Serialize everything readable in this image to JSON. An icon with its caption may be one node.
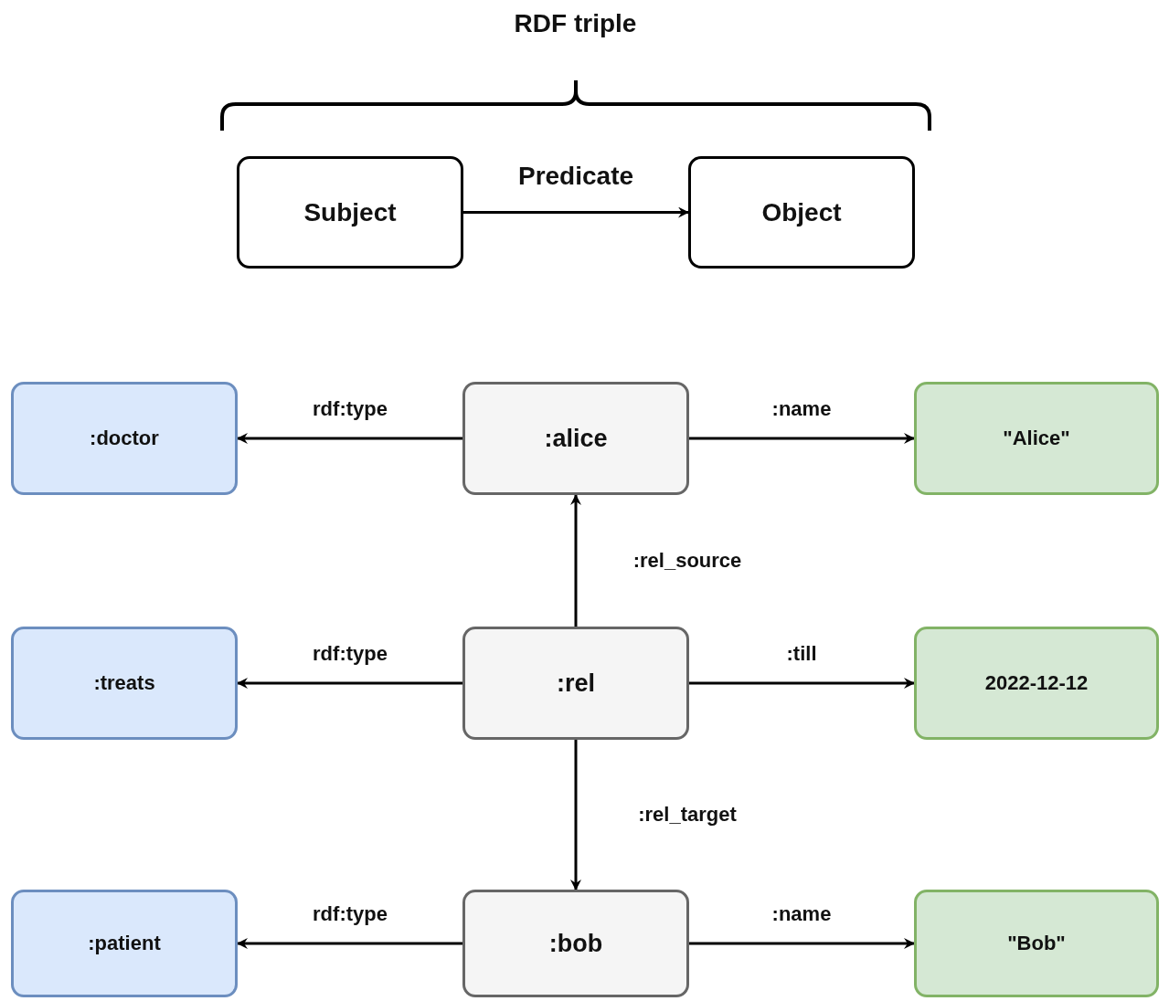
{
  "diagram": {
    "title": "RDF triple",
    "nodes": [
      {
        "text": [
          "Subject"
        ]
      },
      {
        "text": [
          "Object"
        ]
      },
      {
        "text": [
          ":doctor"
        ]
      },
      {
        "text": [
          ":alice"
        ]
      },
      {
        "text": [
          "\"Alice\""
        ]
      },
      {
        "text": [
          ":treats"
        ]
      },
      {
        "text": [
          ":rel"
        ]
      },
      {
        "text": [
          "2022-12-12"
        ]
      },
      {
        "text": [
          ":patient"
        ]
      },
      {
        "text": [
          ":bob"
        ]
      },
      {
        "text": [
          "\"Bob\""
        ]
      }
    ],
    "edges": [
      {
        "from": 0,
        "to": 1,
        "arrow": "to",
        "label": "Predicate"
      },
      {
        "from": 3,
        "to": 2,
        "arrow": "to",
        "label": "rdf:type"
      },
      {
        "from": 3,
        "to": 4,
        "arrow": "to",
        "label": ":name"
      },
      {
        "from": 6,
        "to": 3,
        "arrow": "to",
        "label": ":rel_source"
      },
      {
        "from": 6,
        "to": 5,
        "arrow": "to",
        "label": "rdf:type"
      },
      {
        "from": 6,
        "to": 7,
        "arrow": "to",
        "label": ":till"
      },
      {
        "from": 6,
        "to": 9,
        "arrow": "to",
        "label": ":rel_target"
      },
      {
        "from": 9,
        "to": 8,
        "arrow": "to",
        "label": "rdf:type"
      },
      {
        "from": 9,
        "to": 10,
        "arrow": "to",
        "label": ":name"
      }
    ]
  }
}
